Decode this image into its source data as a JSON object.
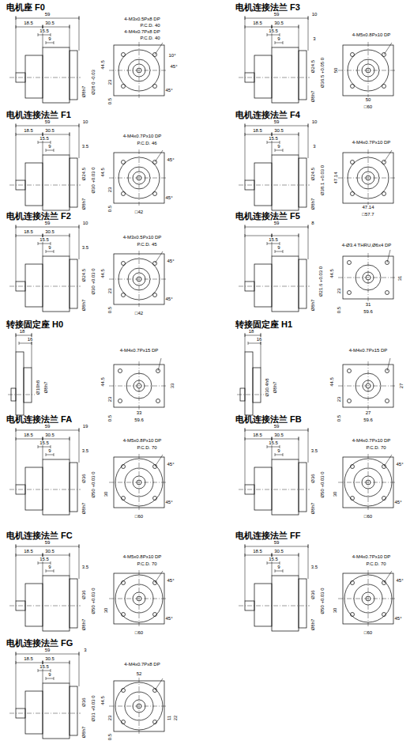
{
  "diagram": {
    "labels": [
      "电机座 F0",
      "59",
      "18.5",
      "30.5",
      "15.5",
      "9",
      "Ø8h7",
      "Ø28 0 -0.03",
      "44.5",
      "23",
      "0.5",
      "4-M3x0.5Px8 DP",
      "P.C.D. 40",
      "4-M4x0.7Px8 DP",
      "P.C.D. 40",
      "10°",
      "45°",
      "45°",
      "电机连接法兰 F3",
      "59",
      "18.5",
      "30.5",
      "15.5",
      "9",
      "10",
      "3",
      "Ø8h7",
      "Ø24.5",
      "Ø36.5 +0.05 0",
      "4-M5x0.8Px10 DP",
      "50",
      "50",
      "□60",
      "电机连接法兰 F1",
      "59",
      "18.5",
      "30.5",
      "15.5",
      "9",
      "10",
      "3.5",
      "Ø8h7",
      "Ø24.5",
      "Ø30 +0.03 0",
      "44.5",
      "23",
      "0.5",
      "4-M4x0.7Px10 DP",
      "P.C.D. 46",
      "45°",
      "45°",
      "□42",
      "电机连接法兰 F4",
      "59",
      "18.5",
      "30.5",
      "15.5",
      "9",
      "10",
      "3",
      "Ø8h7",
      "Ø24.5",
      "Ø38.1 +0.03 0",
      "4-M4x0.7Px10 DP",
      "47.14",
      "47.14",
      "□57.7",
      "电机连接法兰 F2",
      "59",
      "18.5",
      "30.5",
      "15.5",
      "9",
      "10",
      "3.5",
      "Ø8h7",
      "Ø24.5",
      "Ø30 +0.03 0",
      "44.5",
      "23",
      "0.5",
      "4-M3x0.5Px10 DP",
      "P.C.D. 45",
      "45°",
      "45°",
      "□42",
      "电机连接法兰 F5",
      "59",
      "8",
      "15.5",
      "9",
      "Ø8h7",
      "Ø21.6 +0.03 0",
      "4-Ø3.4 THRU,Ø6x4 DP",
      "44.5",
      "23",
      "0.5",
      "31",
      "31",
      "59.6",
      "转接固定座 H0",
      "18",
      "16",
      "Ø10h8",
      "Ø8h7",
      "4-M4x0.7Px15 DP",
      "44.5",
      "23",
      "33",
      "33",
      "0.5",
      "59.6",
      "转接固定座 H1",
      "18",
      "16",
      "Ø30.4h8",
      "Ø8h7",
      "4-M4x0.7Px15 DP",
      "44.5",
      "23",
      "27",
      "27",
      "0.5",
      "59.6",
      "电机连接法兰 FA",
      "59",
      "18.5",
      "30.5",
      "15.5",
      "9",
      "19",
      "3.5",
      "Ø8h7",
      "Ø36",
      "Ø50 +0.03 0",
      "4-M5x0.8Px10 DP",
      "P.C.D. 70",
      "45°",
      "45°",
      "30",
      "□60",
      "电机连接法兰 FB",
      "59",
      "18.5",
      "30.5",
      "15.5",
      "9",
      "3.5",
      "Ø8h7",
      "Ø36",
      "Ø50 +0.03 0",
      "4-M4x0.7Px10 DP",
      "P.C.D. 70",
      "45°",
      "45°",
      "30",
      "□60",
      "电机连接法兰 FC",
      "59",
      "18.5",
      "30.5",
      "15.5",
      "9",
      "3.5",
      "Ø8h7",
      "Ø36",
      "Ø50 +0.03 0",
      "4-M5x0.8Px10 DP",
      "P.C.D. 70",
      "45°",
      "45°",
      "30",
      "□60",
      "电机连接法兰 FF",
      "59",
      "18.5",
      "30.5",
      "15.5",
      "9",
      "3.5",
      "Ø8h7",
      "Ø36",
      "Ø50 +0.03 0",
      "4-M4x0.7Px10 DP",
      "P.C.D. 70",
      "45°",
      "45°",
      "30",
      "□60",
      "电机连接法兰 FG",
      "59",
      "18.5",
      "30.5",
      "15.5",
      "9",
      "3",
      "Ø8h7",
      "Ø36",
      "Ø31 +0.03 0",
      "44.5",
      "23",
      "0.5",
      "4-M4x0.7Px8 DP",
      "52",
      "11",
      "22"
    ]
  }
}
